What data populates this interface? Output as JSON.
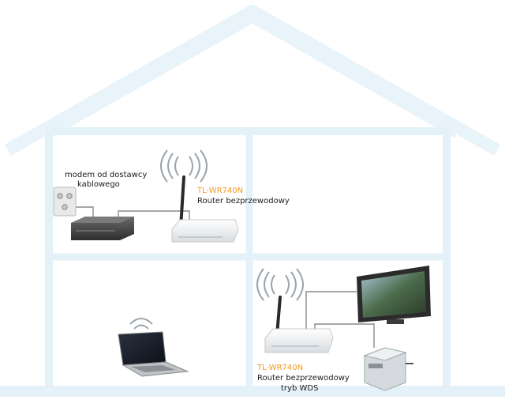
{
  "labels": {
    "modem": [
      "modem od dostawcy",
      "kablowego"
    ],
    "main_router": {
      "model": "TL-WR740N",
      "desc": "Router bezprzewodowy"
    },
    "wds_router": {
      "model": "TL-WR740N",
      "desc": "Router bezprzewodowy",
      "mode": "tryb WDS"
    }
  },
  "colors": {
    "house": "#e6f2f9",
    "house_line": "#dcecf6",
    "accent_model": "#f29a20",
    "cable": "#8a8a8a",
    "wifi": "#9aa4aa"
  }
}
